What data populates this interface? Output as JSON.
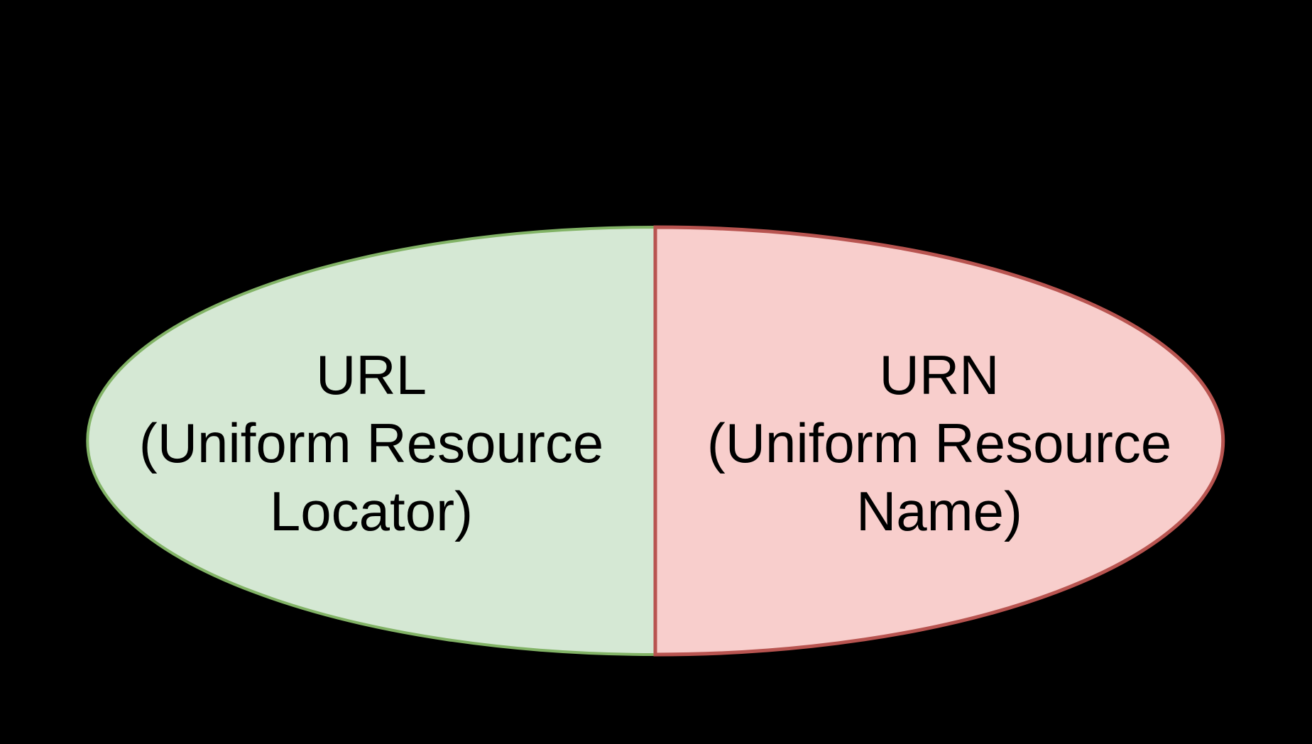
{
  "canvas": {
    "background_color": "#000000",
    "text_color": "#000000"
  },
  "diagram": {
    "left_half": {
      "label": "URL (Uniform Resource Locator)",
      "lines": [
        "URL",
        "(Uniform Resource",
        "Locator)"
      ],
      "fill": "#d5e8d4",
      "stroke": "#82b366"
    },
    "right_half": {
      "label": "URN (Uniform Resource Name)",
      "lines": [
        "URN",
        "(Uniform Resource",
        "Name)"
      ],
      "fill": "#f8cecc",
      "stroke": "#b85450"
    }
  }
}
